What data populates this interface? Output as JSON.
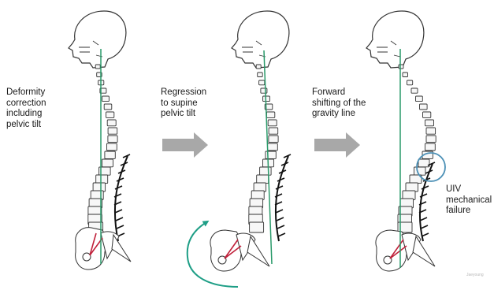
{
  "labels": {
    "step1": "Deformity\ncorrection\nincluding\npelvic tilt",
    "step2": "Regression\nto supine\npelvic tilt",
    "step3": "Forward\nshifting of the\ngravity line",
    "failure": "UIV\nmechanical\nfailure"
  },
  "watermark": "Jaeyoung",
  "colors": {
    "gravity_line": "#2a9a6a",
    "circle": "#4a8fb5",
    "arrow": "#a8a8a8",
    "pelvic_tilt": "#c0203a",
    "rotation_arrow": "#1e9e86",
    "outline": "#333333"
  },
  "icons": [
    "skull",
    "spine",
    "pelvis",
    "rod-and-screws",
    "gravity-line",
    "arrow-right",
    "rotation-arrow",
    "circle-marker"
  ]
}
